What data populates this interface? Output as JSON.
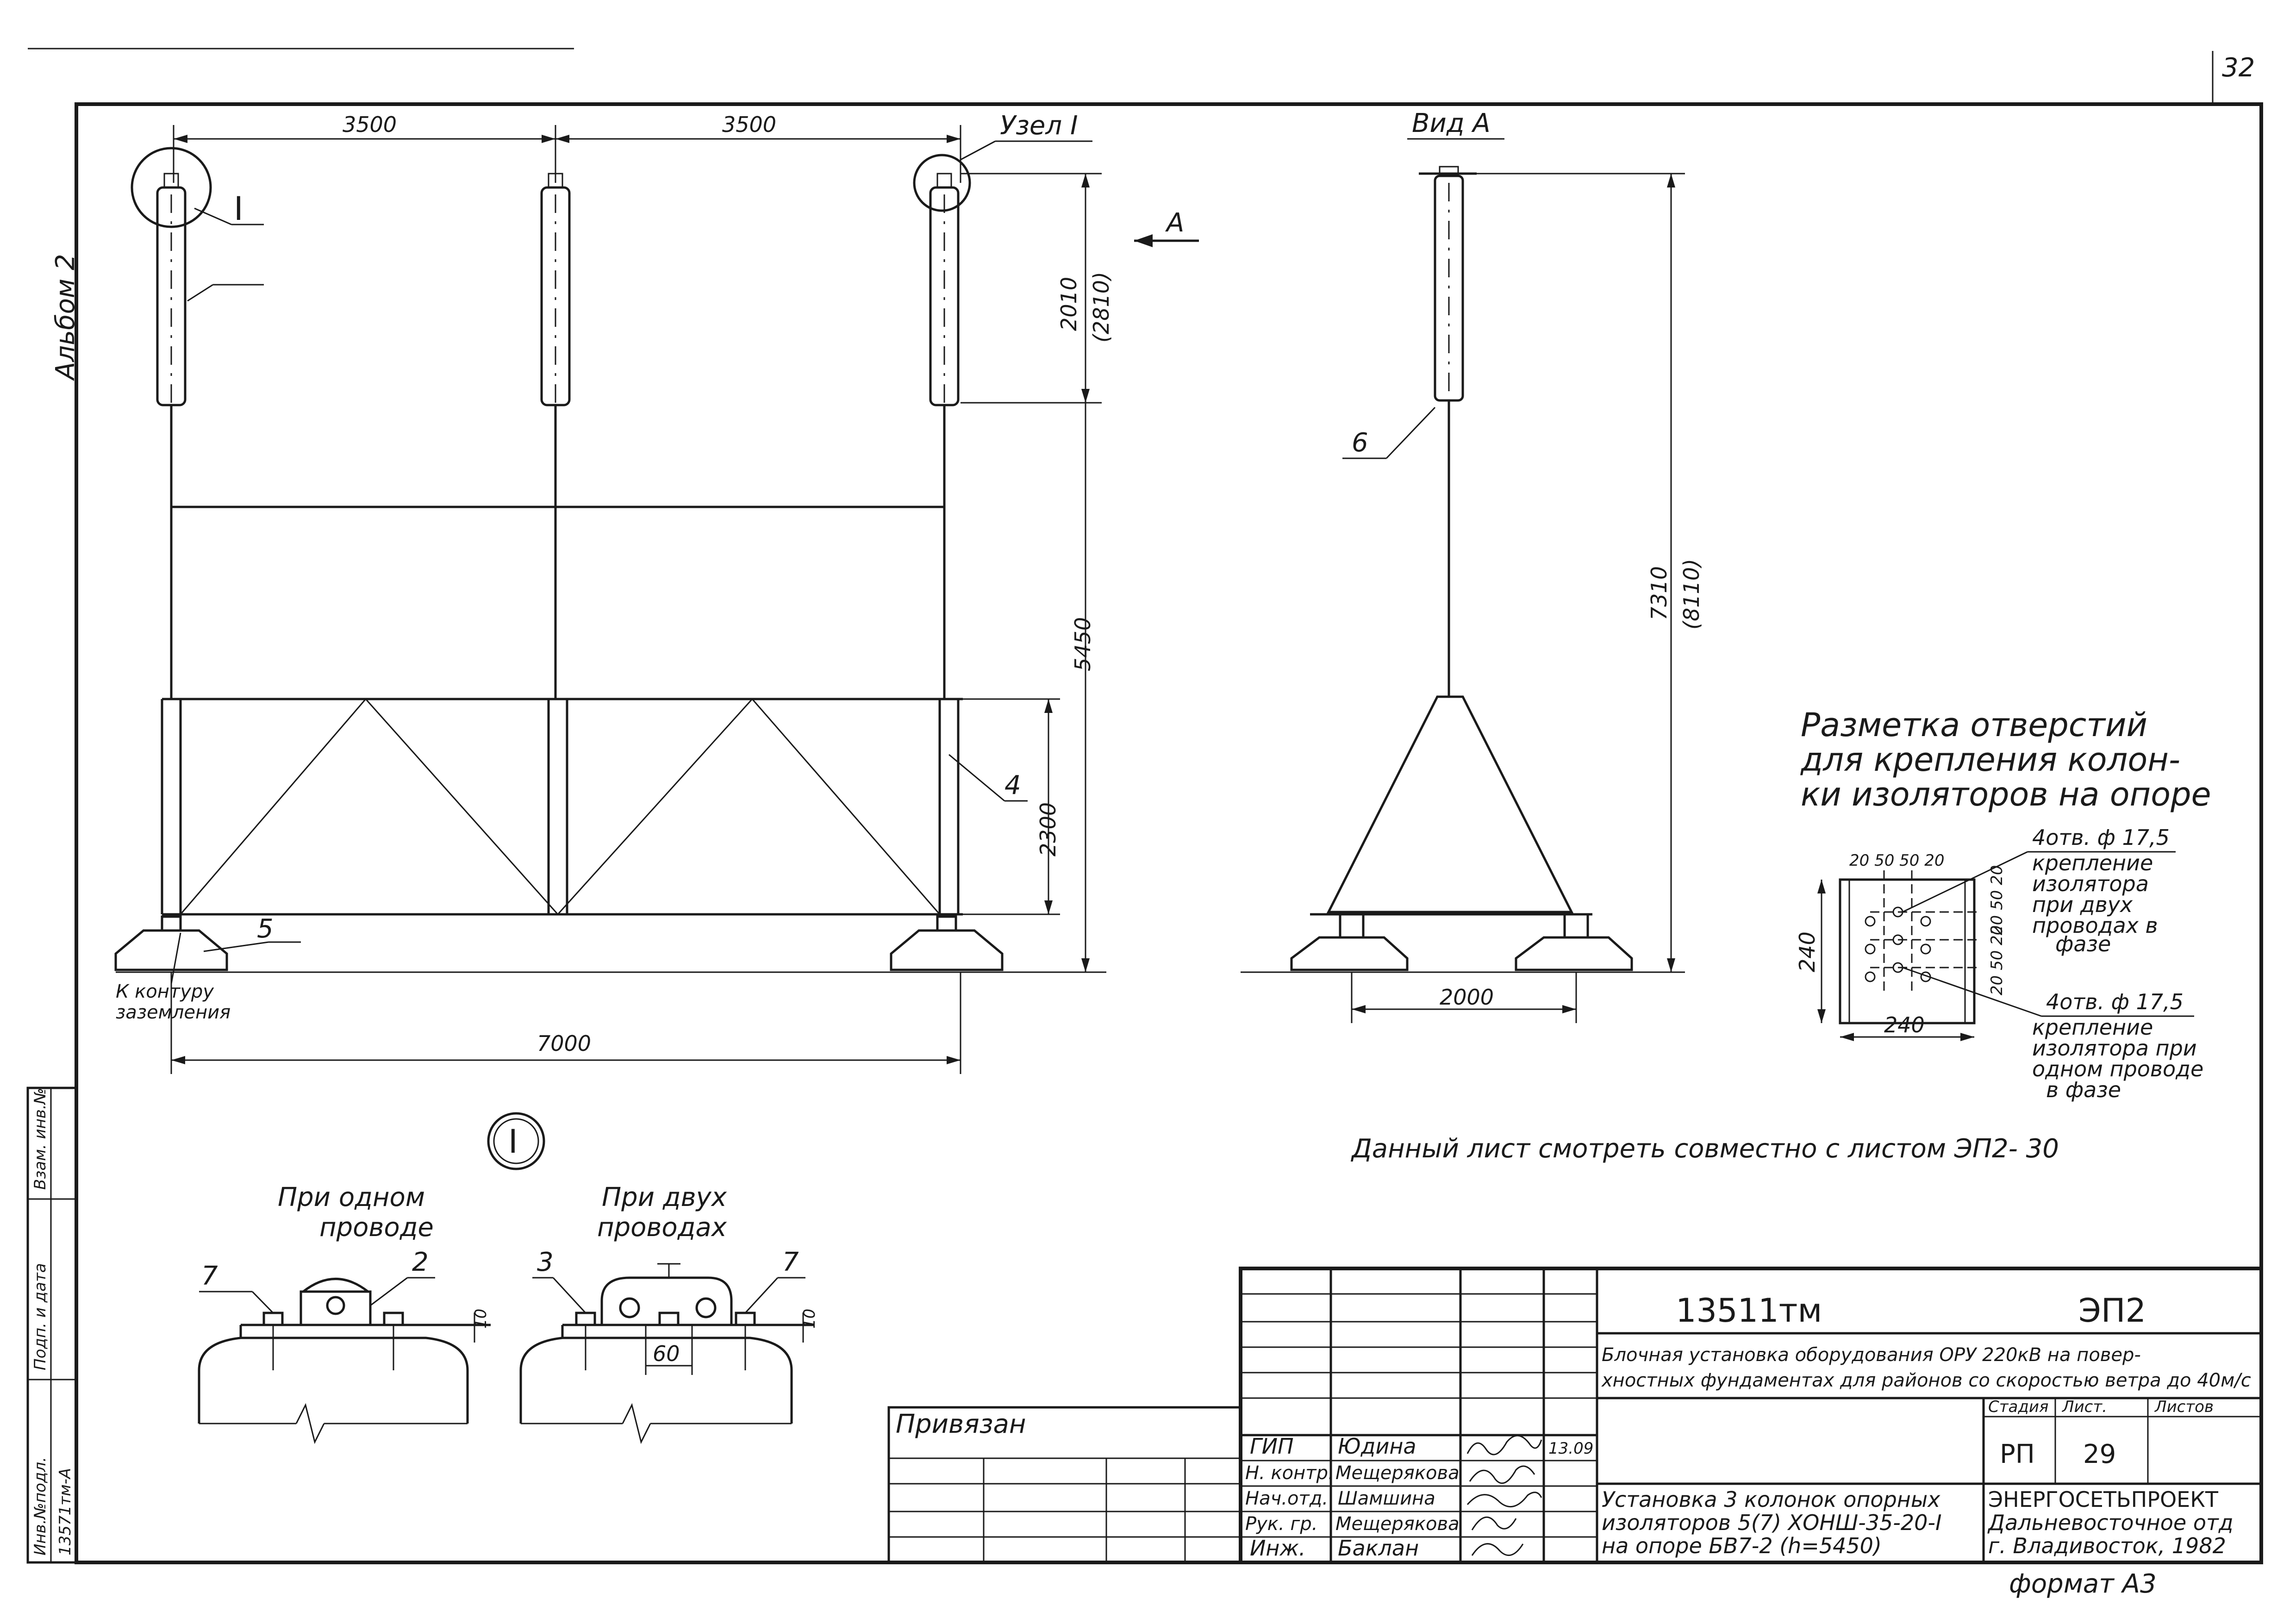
{
  "page_number": "32",
  "album_label": "Альбом 2",
  "front_view": {
    "dim_span_1": "3500",
    "dim_span_2": "3500",
    "node_label": "Узел I",
    "node_mark": "I",
    "view_arrow_label": "A",
    "dim_insulator_height": "2010",
    "dim_insulator_height_alt": "(2810)",
    "dim_support_height": "5450",
    "dim_truss_height": "2300",
    "dim_total_span": "7000",
    "callout_4": "4",
    "callout_5": "5",
    "grounding_note_line1": "К контуру",
    "grounding_note_line2": "заземления"
  },
  "side_view": {
    "title": "Вид А",
    "callout_6": "6",
    "dim_total_height": "7310",
    "dim_total_height_alt": "(8110)",
    "dim_base_width": "2000"
  },
  "hole_layout": {
    "title_line1": "Разметка отверстий",
    "title_line2": "для крепления колон-",
    "title_line3": "ки изоляторов на опоре",
    "note_a_line1": "4отв. ф 17,5",
    "note_a_line2": "крепление",
    "note_a_line3": "изолятора",
    "note_a_line4": "при двух",
    "note_a_line5": "проводах в",
    "note_a_line6": "фазе",
    "note_b_line1": "4отв. ф 17,5",
    "note_b_line2": "крепление",
    "note_b_line3": "изолятора при",
    "note_b_line4": "одном проводе",
    "note_b_line5": "в фазе",
    "top_dims": "20 50 50 20",
    "right_dims_upper": "20 50 20",
    "right_dims_lower": "20 50 20",
    "dim_height": "240",
    "dim_width": "240"
  },
  "joint_detail": {
    "mark": "I",
    "single_wire_line1": "При одном",
    "single_wire_line2": "проводе",
    "double_wire_line1": "При двух",
    "double_wire_line2": "проводах",
    "callout_7_left": "7",
    "callout_2": "2",
    "callout_3": "3",
    "callout_7_right": "7",
    "dim_thickness_left": "10",
    "dim_thickness_right": "10",
    "dim_60": "60"
  },
  "reference_note": "Данный лист смотреть совместно с листом ЭП2- 30",
  "callout_1_leader": "",
  "title_block": {
    "doc_code": "13511тм",
    "sheet_code": "ЭП2",
    "description_line1": "Блочная установка оборудования ОРУ 220кВ на повер-",
    "description_line2": "хностных фундаментах для районов со скоростью ветра до 40м/с",
    "stage_header": "Стадия",
    "sheet_header": "Лист.",
    "sheets_header": "Листов",
    "stage_value": "РП",
    "sheet_value": "29",
    "bound_label": "Привязан",
    "roles": [
      {
        "role": "ГИП",
        "name": "Юдина",
        "date": "13.09"
      },
      {
        "role": "Н. контр.",
        "name": "Мещерякова",
        "date": ""
      },
      {
        "role": "Нач.отд.",
        "name": "Шамшина",
        "date": ""
      },
      {
        "role": "Рук. гр.",
        "name": "Мещерякова",
        "date": ""
      },
      {
        "role": "Инж.",
        "name": "Баклан",
        "date": ""
      }
    ],
    "subject_line1": "Установка 3 колонок опорных",
    "subject_line2": "изоляторов 5(7) ХОНШ-35-20-I",
    "subject_line3": "на опоре БВ7-2 (h=5450)",
    "org_line1": "ЭНЕРГОСЕТЬПРОЕКТ",
    "org_line2": "Дальневосточное отд",
    "org_line3": "г. Владивосток, 1982",
    "format_label": "формат А3"
  },
  "margin_stamp": {
    "inv_label": "Инв.№подл.",
    "inv_value": "13571тм-А",
    "sign_label": "Подп. и дата",
    "replace_label": "Взам. инв.№"
  }
}
